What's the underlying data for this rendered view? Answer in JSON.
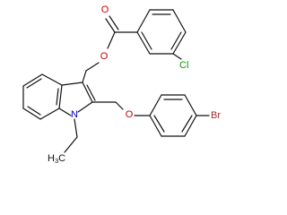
{
  "molecule": {
    "atoms": {
      "O_carbonyl": {
        "text": "O",
        "color": "#cc0000"
      },
      "O_ester": {
        "text": "O",
        "color": "#cc0000"
      },
      "Cl": {
        "text": "Cl",
        "color": "#00a000"
      },
      "N": {
        "text": "N",
        "color": "#0000cc"
      },
      "O_ether": {
        "text": "O",
        "color": "#cc0000"
      },
      "Br": {
        "text": "Br",
        "color": "#a52a2a"
      },
      "CH3": {
        "text": "H",
        "sub": "3",
        "tail": "C",
        "color": "#111111"
      }
    },
    "bond_color": "#111111"
  }
}
